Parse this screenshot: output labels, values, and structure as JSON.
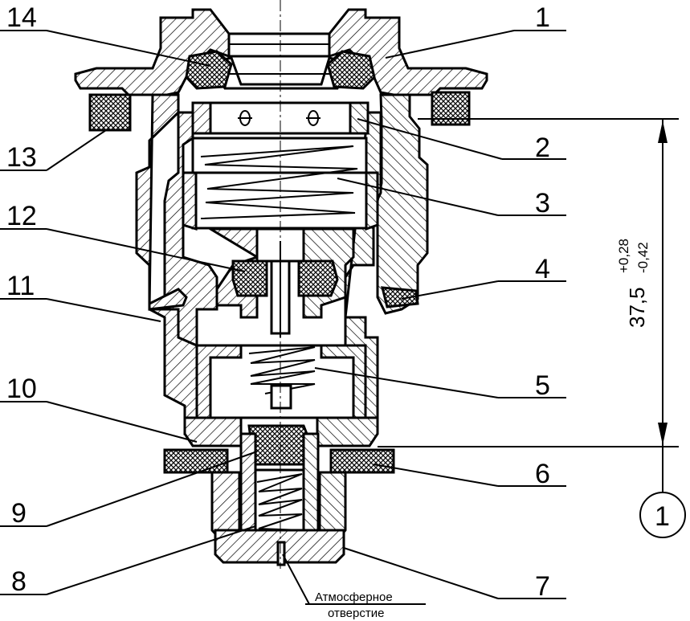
{
  "drawing": {
    "callouts": {
      "c1": "1",
      "c2": "2",
      "c3": "3",
      "c4": "4",
      "c5": "5",
      "c6": "6",
      "c7": "7",
      "c8": "8",
      "c9": "9",
      "c10": "10",
      "c11": "11",
      "c12": "12",
      "c13": "13",
      "c14": "14"
    },
    "dimension": {
      "value": "37,5",
      "upper_tol": "+0,28",
      "lower_tol": "-0,42"
    },
    "reference_mark": "1",
    "vent_label_line1": "Атмосферное",
    "vent_label_line2": "отверстие"
  }
}
